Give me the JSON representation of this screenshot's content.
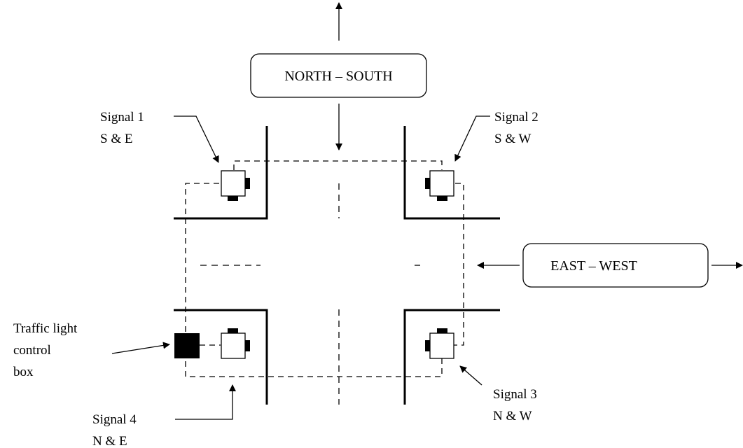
{
  "directions": {
    "north_south": "NORTH – SOUTH",
    "east_west": "EAST – WEST"
  },
  "signals": [
    {
      "name": "Signal 1",
      "dirs": "S & E"
    },
    {
      "name": "Signal 2",
      "dirs": "S & W"
    },
    {
      "name": "Signal 3",
      "dirs": "N & W"
    },
    {
      "name": "Signal 4",
      "dirs": "N & E"
    }
  ],
  "control_box": {
    "line1": "Traffic light",
    "line2": "control",
    "line3": "box"
  },
  "colors": {
    "ink": "#000000",
    "paper": "#ffffff"
  }
}
